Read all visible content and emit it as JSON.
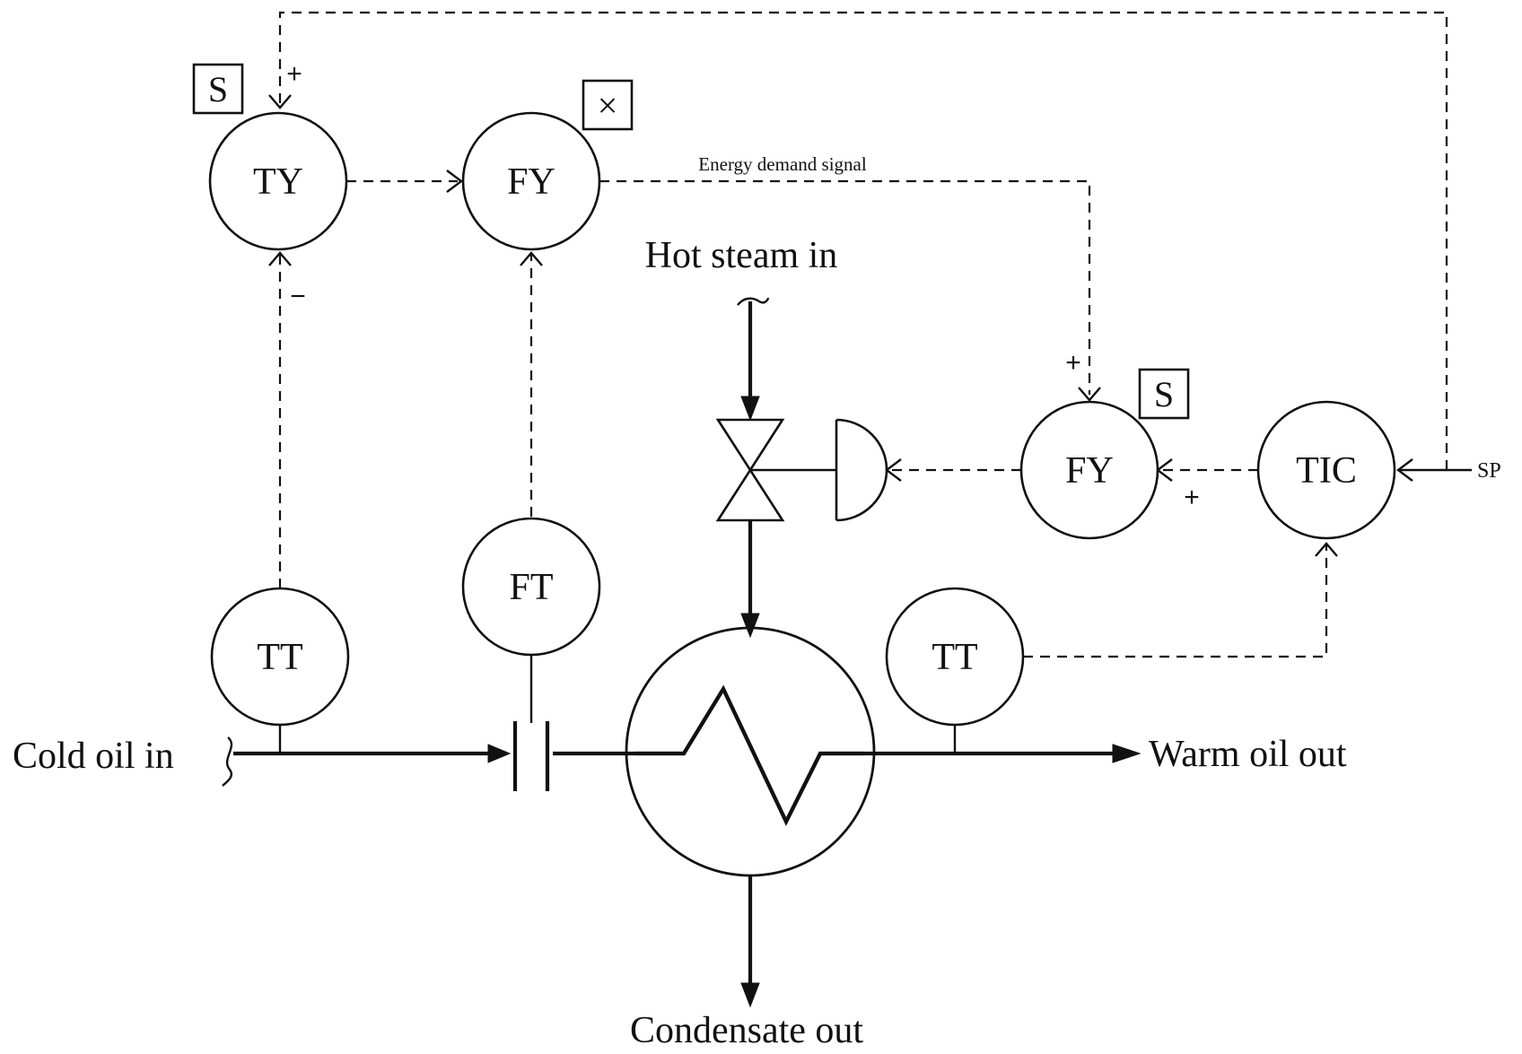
{
  "labels": {
    "hot_steam_in": "Hot steam in",
    "cold_oil_in": "Cold oil in",
    "warm_oil_out": "Warm oil out",
    "condensate_out": "Condensate out",
    "energy_demand_signal": "Energy demand signal",
    "sp": "SP"
  },
  "instruments": {
    "ty": "TY",
    "fy_multiply": "FY",
    "fy_sum": "FY",
    "tic": "TIC",
    "tt_inlet": "TT",
    "ft": "FT",
    "tt_outlet": "TT"
  },
  "function_boxes": {
    "ty_function": "S",
    "fy_multiply_function": "×",
    "fy_sum_function": "S"
  },
  "signs": {
    "ty_plus": "+",
    "ty_minus": "−",
    "fy_sum_plus_top": "+",
    "fy_sum_plus_right": "+"
  },
  "colors": {
    "line": "#111111",
    "background": "#ffffff"
  }
}
